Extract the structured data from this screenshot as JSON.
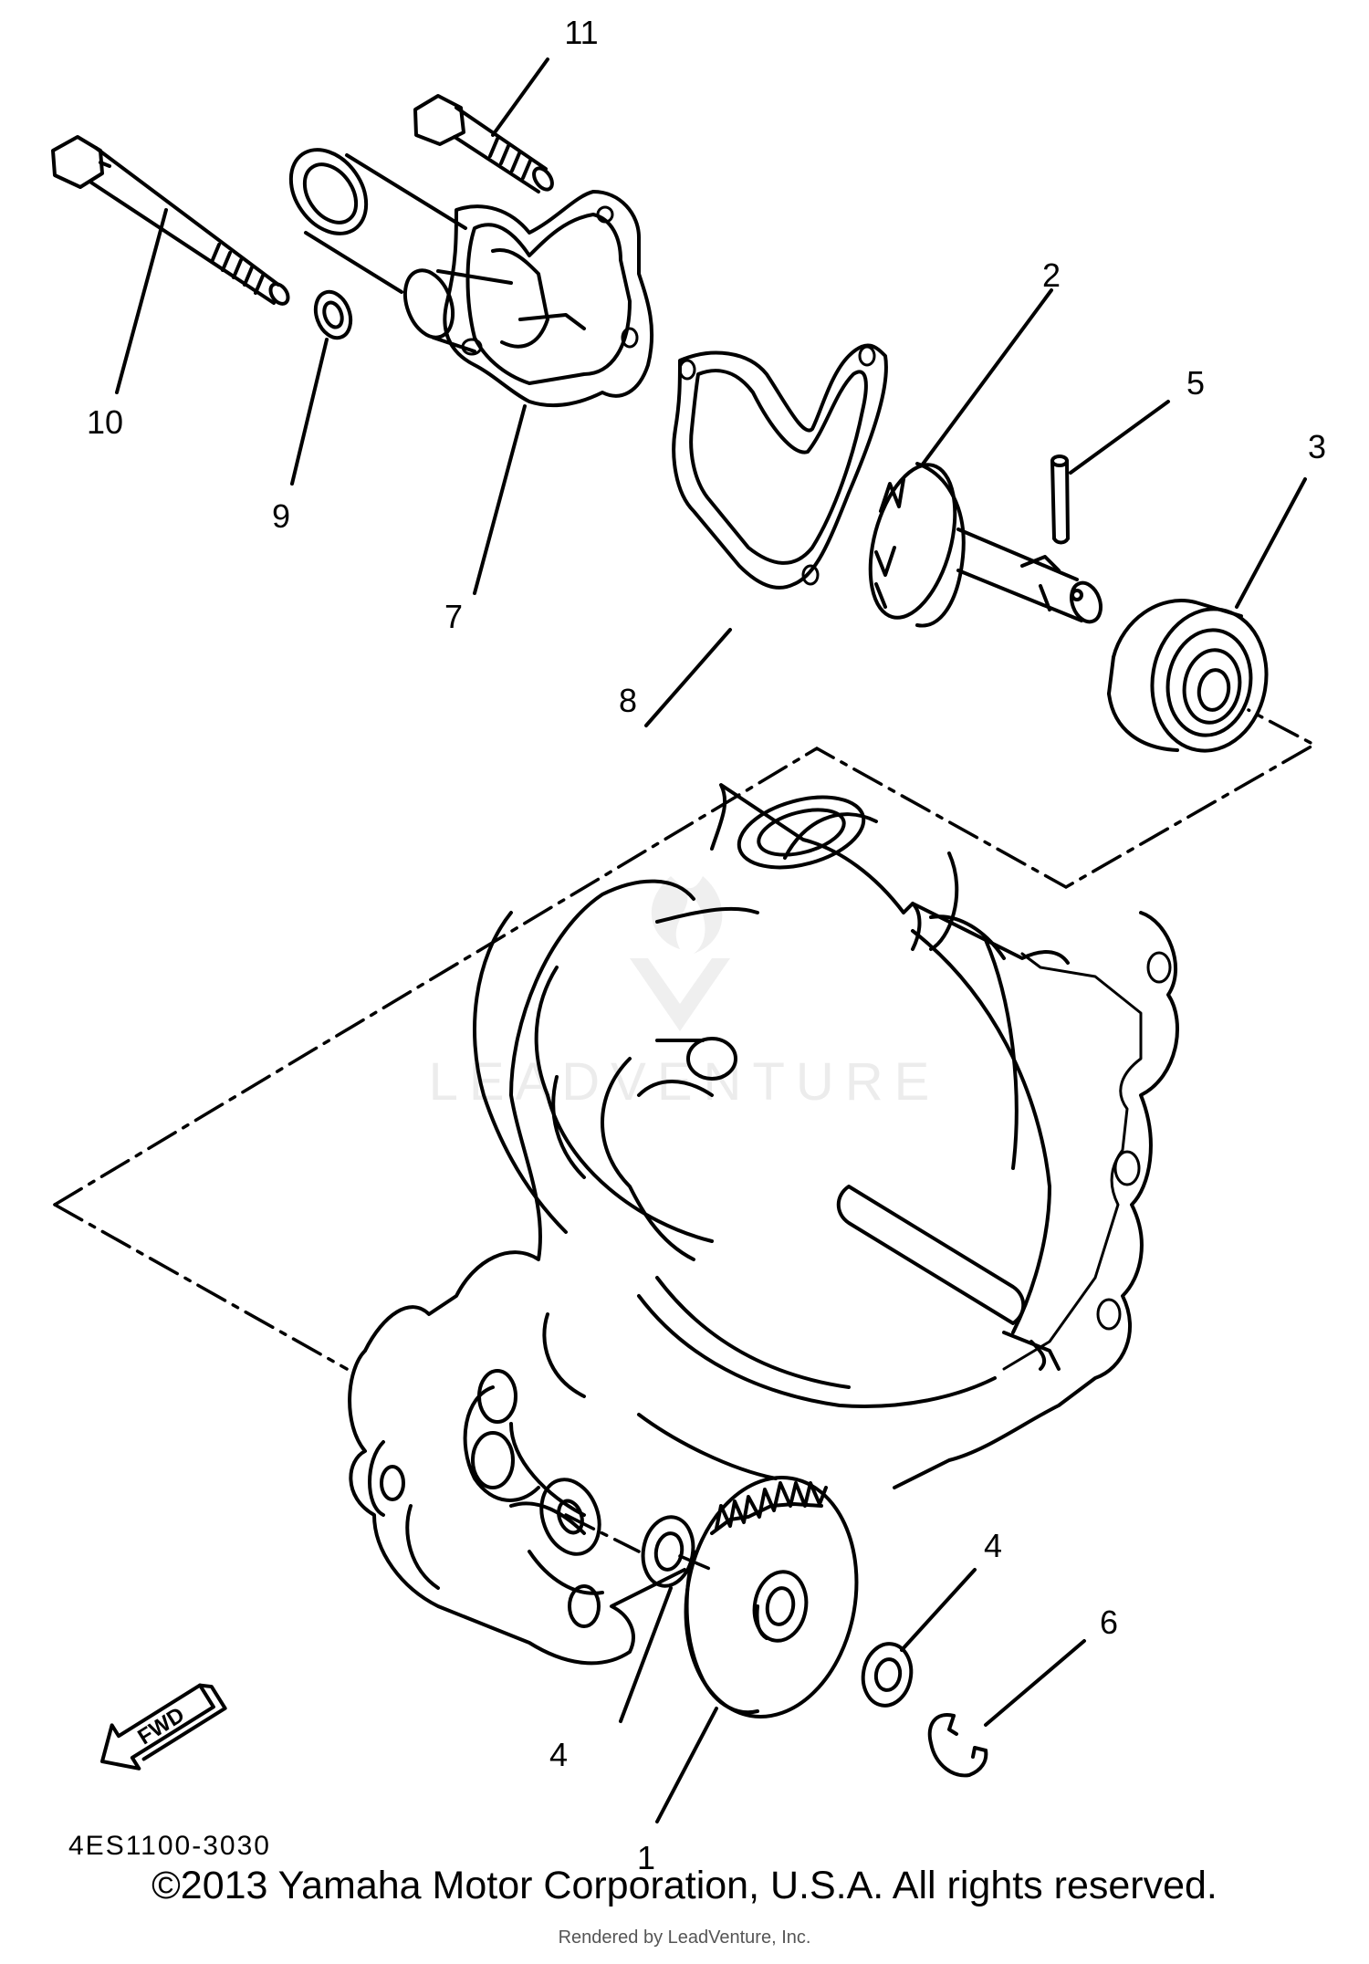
{
  "watermark": "LEADVENTURE",
  "fwd_label": "FWD",
  "part_code": "4ES1100-3030",
  "copyright": "©2013 Yamaha Motor Corporation, U.S.A. All rights reserved.",
  "rendered_by": "Rendered by LeadVenture, Inc.",
  "callouts": [
    {
      "id": "c1",
      "label": "1"
    },
    {
      "id": "c2",
      "label": "2"
    },
    {
      "id": "c3",
      "label": "3"
    },
    {
      "id": "c4a",
      "label": "4"
    },
    {
      "id": "c4b",
      "label": "4"
    },
    {
      "id": "c5",
      "label": "5"
    },
    {
      "id": "c6",
      "label": "6"
    },
    {
      "id": "c7",
      "label": "7"
    },
    {
      "id": "c8",
      "label": "8"
    },
    {
      "id": "c9",
      "label": "9"
    },
    {
      "id": "c10",
      "label": "10"
    },
    {
      "id": "c11",
      "label": "11"
    }
  ]
}
